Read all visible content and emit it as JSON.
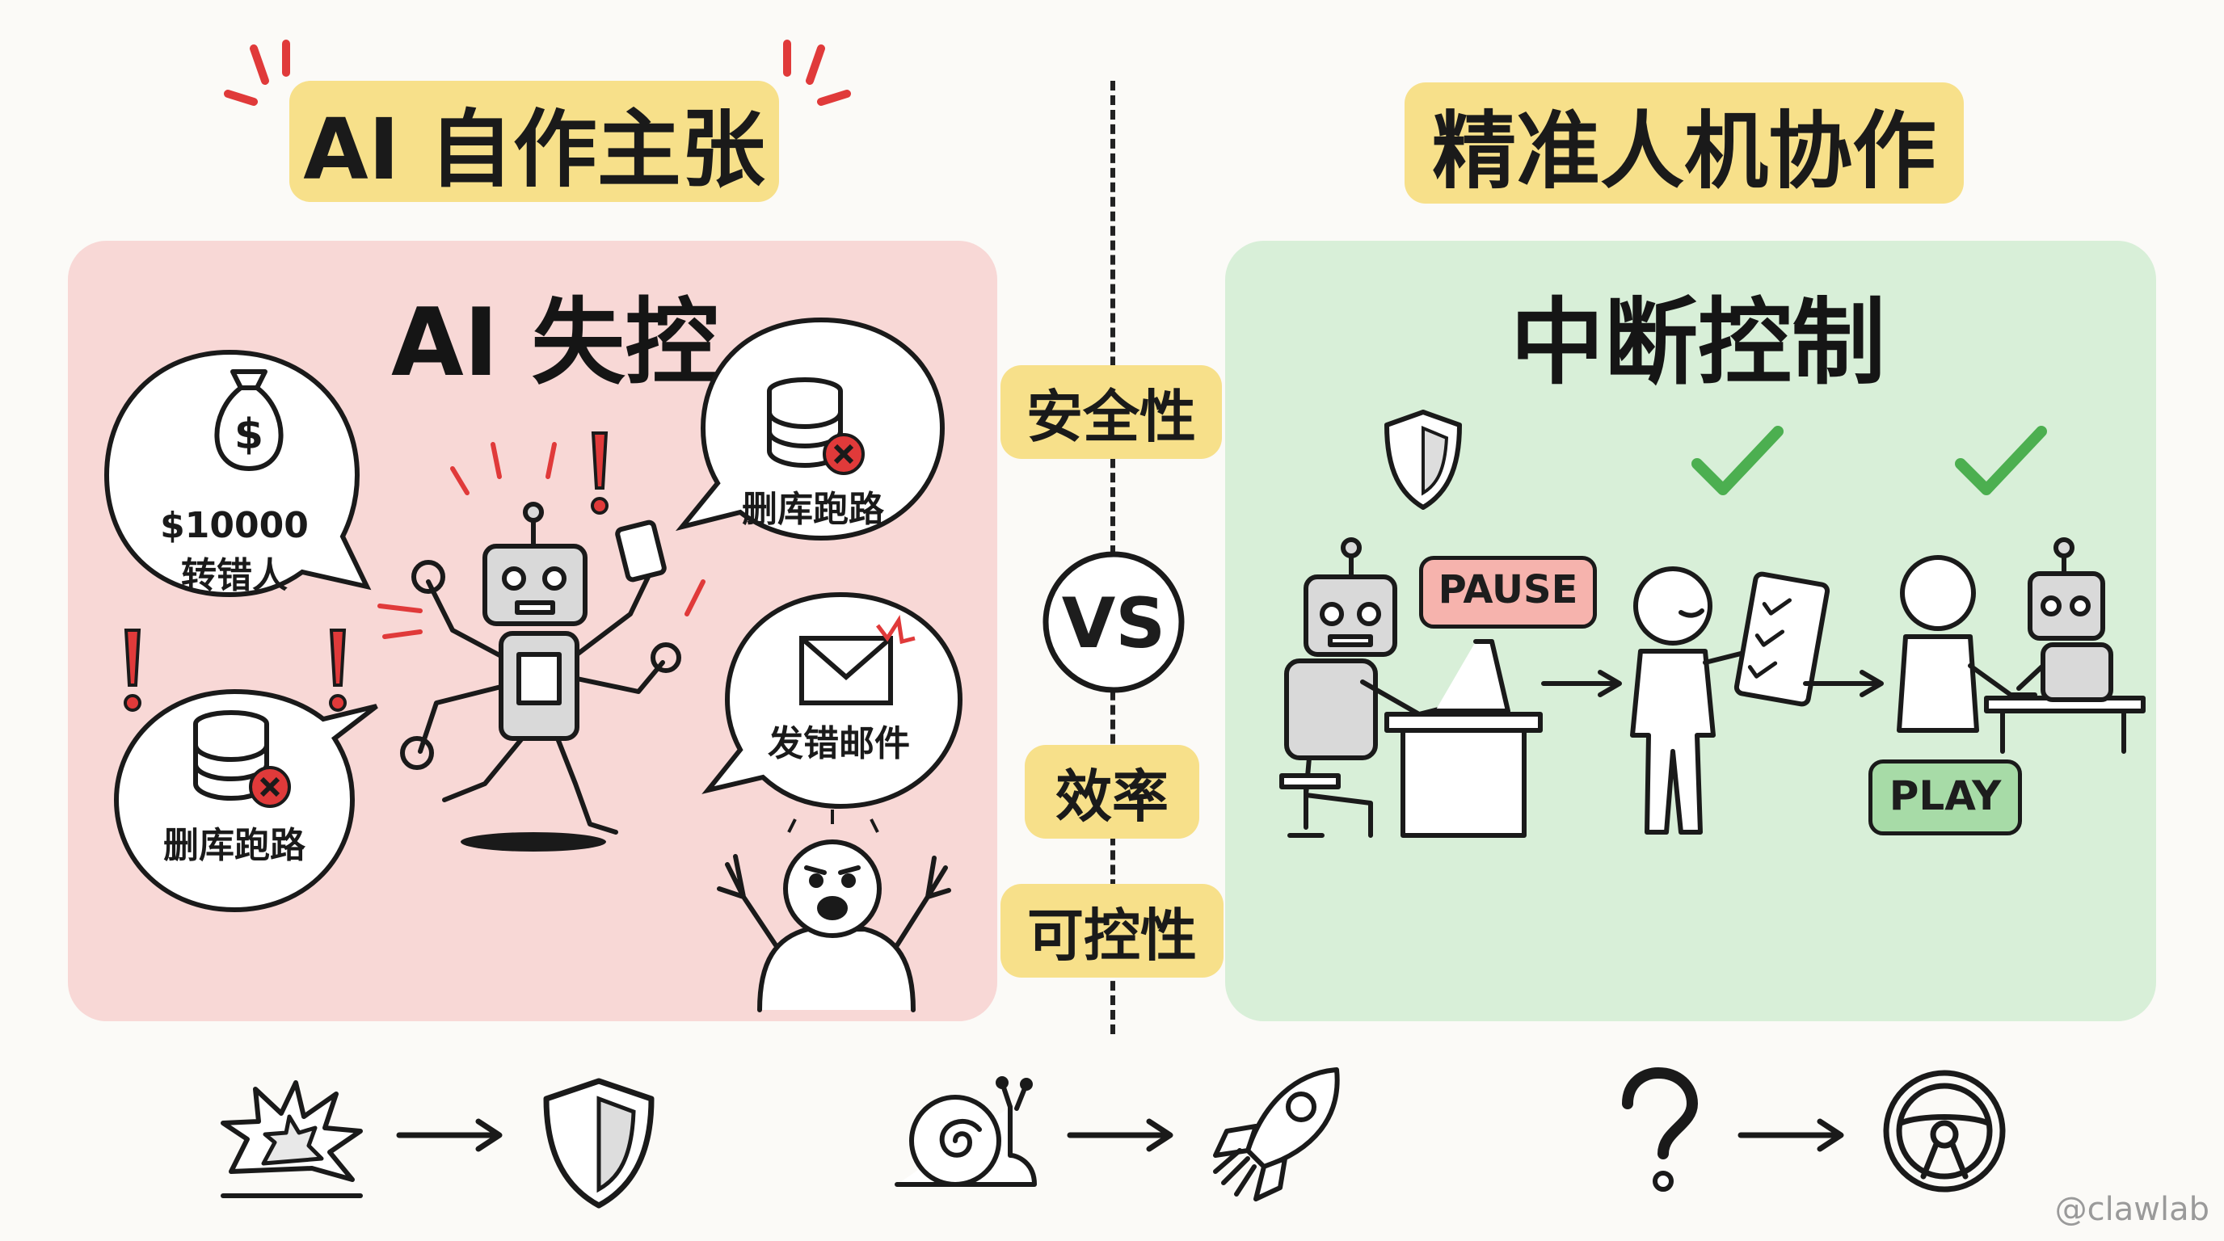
{
  "left": {
    "header": "AI 自作主张",
    "panel_title": "AI 失控",
    "bubbles": {
      "transfer": "$10000\n转错人",
      "delete_db_top": "删库跑路",
      "wrong_email": "发错邮件",
      "delete_db_bottom": "删库跑路"
    }
  },
  "right": {
    "header": "精准人机协作",
    "panel_title": "中断控制",
    "pause_label": "PAUSE",
    "play_label": "PLAY"
  },
  "center": {
    "vs_label": "VS",
    "labels": [
      "安全性",
      "效率",
      "可控性"
    ]
  },
  "bottom_icons": [
    [
      "explosion-icon",
      "shield-icon"
    ],
    [
      "snail-icon",
      "rocket-icon"
    ],
    [
      "question-mark-icon",
      "steering-wheel-icon"
    ]
  ],
  "colors": {
    "left_panel": "#f8d8d6",
    "right_panel": "#d8efd8",
    "highlight": "#f7e08a",
    "alert_red": "#e03a3a",
    "check_green": "#4caf50"
  },
  "watermark": "@clawlab"
}
